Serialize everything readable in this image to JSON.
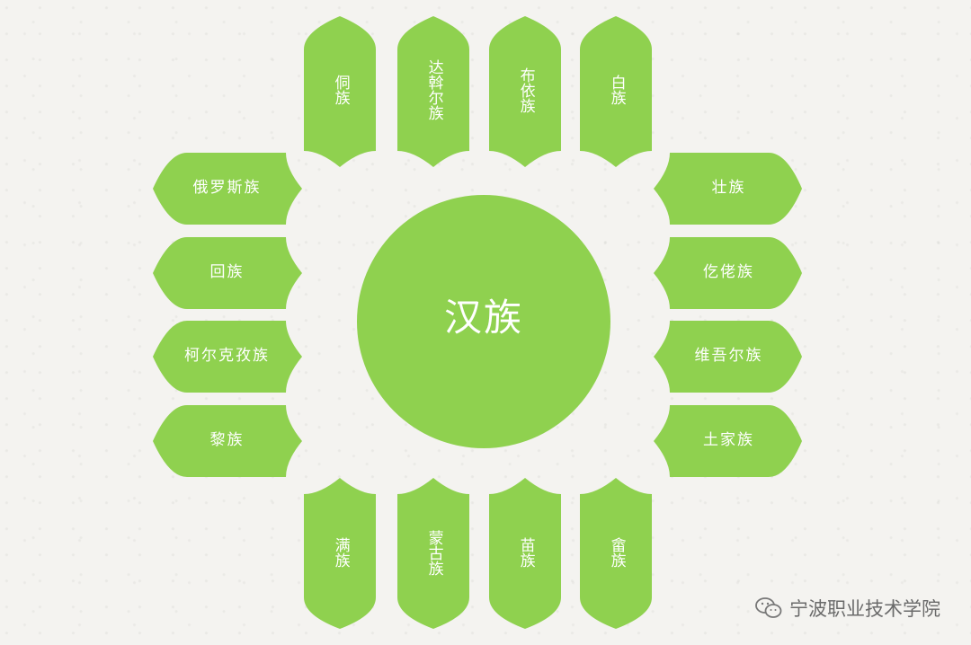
{
  "center": {
    "label": "汉族"
  },
  "top_tabs": [
    "侗族",
    "达斡尔族",
    "布依族",
    "白族"
  ],
  "bottom_tabs": [
    "满族",
    "蒙古族",
    "苗族",
    "畲族"
  ],
  "left_tabs": [
    "俄罗斯族",
    "回族",
    "柯尔克孜族",
    "黎族"
  ],
  "right_tabs": [
    "壮族",
    "仡佬族",
    "维吾尔族",
    "土家族"
  ],
  "watermark": {
    "text": "宁波职业技术学院",
    "icon": "wechat-icon"
  },
  "colors": {
    "green": "#8fd14f",
    "background": "#f4f3f0",
    "text": "#ffffff"
  }
}
